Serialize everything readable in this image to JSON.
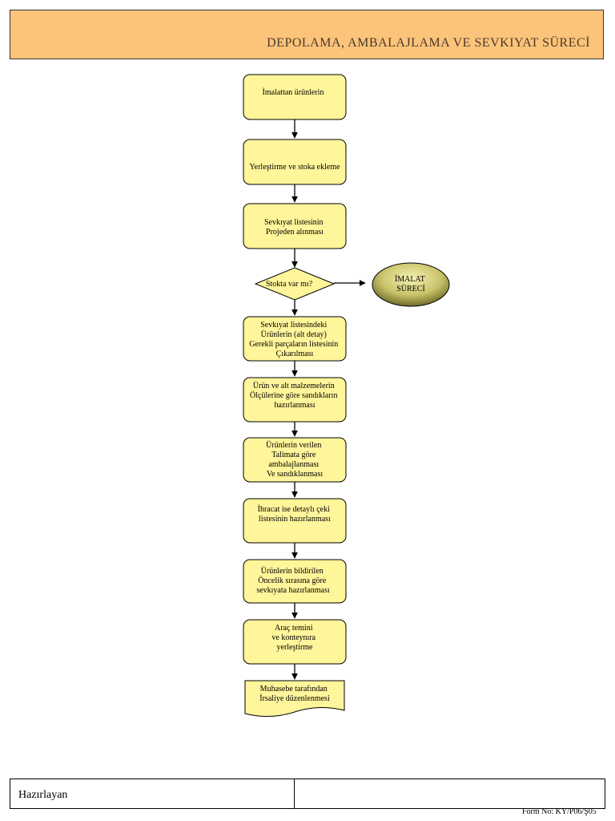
{
  "header": {
    "title": "DEPOLAMA, AMBALAJLAMA VE SEVKIYAT SÜRECİ"
  },
  "colors": {
    "header_bg": "#fcc47a",
    "node_fill": "#fff59a",
    "terminal_fill": "#c9c46a"
  },
  "flow": {
    "n1": [
      "İmalattan ürünlerin"
    ],
    "n2": [
      "Yerleştirme ve stoka ekleme"
    ],
    "n3": [
      "Sevkıyat listesinin",
      "Projeden alınması"
    ],
    "decision": [
      "Stokta var mı?"
    ],
    "terminal": [
      "İMALAT",
      "SÜRECİ"
    ],
    "n4": [
      "Sevkıyat listesindeki",
      "Ürünlerin (alt detay)",
      "Gerekli parçaların listesinin",
      "Çıkarılması"
    ],
    "n5": [
      "Ürün ve alt malzemelerin",
      "Ölçülerine göre sandıkların",
      "hazırlanması"
    ],
    "n6": [
      "Ürünlerin verilen",
      "Talimata göre",
      "ambalajlanması",
      "Ve sandıklanması"
    ],
    "n7": [
      "İhracat ise detaylı çeki",
      "listesinin hazırlanması"
    ],
    "n8": [
      "Ürünlerin bildirilen",
      "Öncelik sırasına göre",
      "sevkıyata hazırlanması"
    ],
    "n9": [
      "Araç temini",
      "ve konteynıra",
      "yerleştirme"
    ],
    "doc": [
      "Muhasebe tarafından",
      "İrsaliye düzenlenmesi"
    ]
  },
  "footer": {
    "prepared_label": "Hazırlayan",
    "form_no": "Form No: KY/P06/Ş05"
  }
}
